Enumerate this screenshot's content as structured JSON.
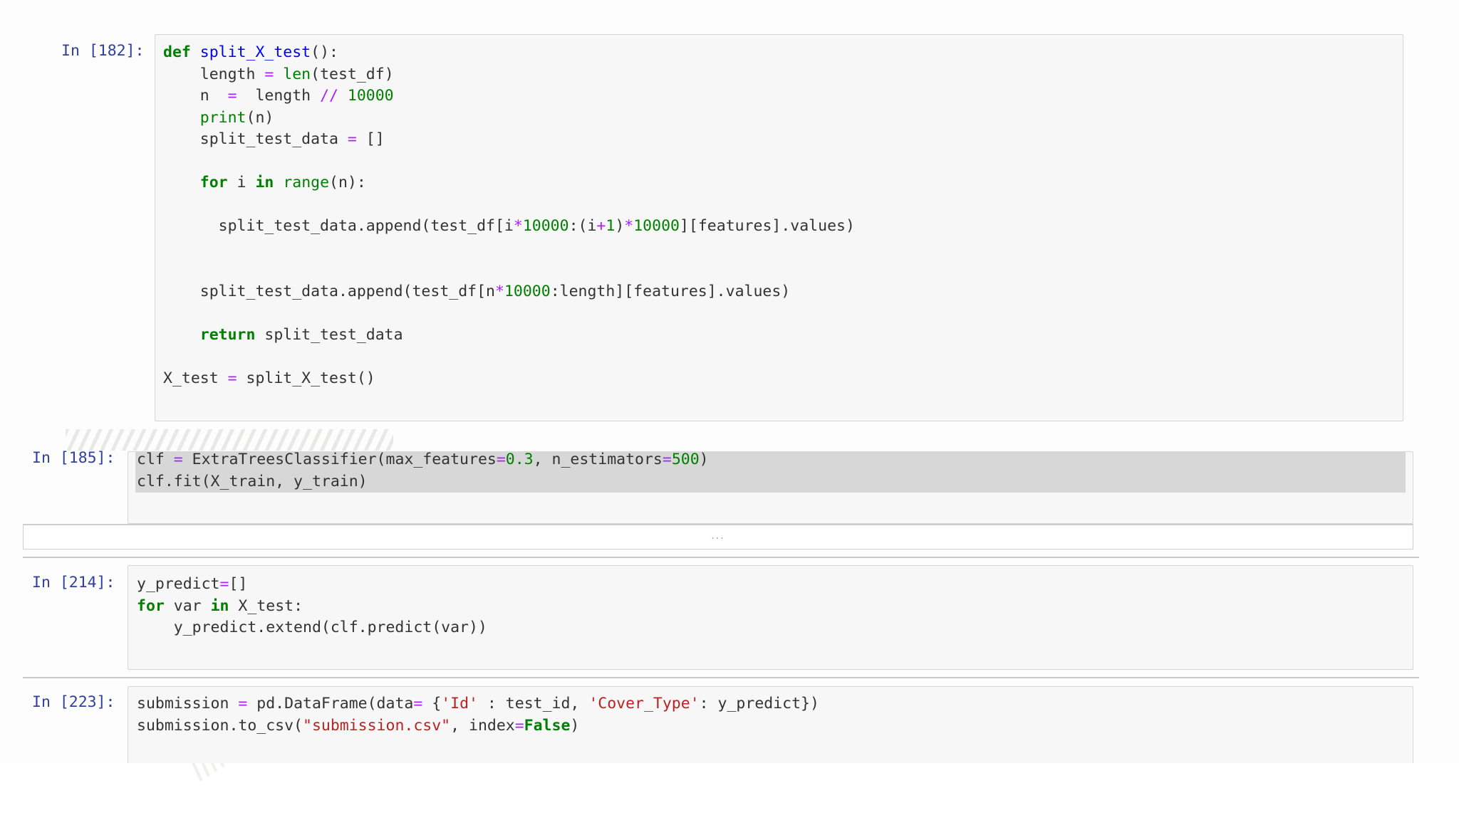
{
  "cells": [
    {
      "prompt": "In [182]:",
      "lines": [
        [
          {
            "t": "def",
            "c": "kw"
          },
          {
            "t": " "
          },
          {
            "t": "split_X_test",
            "c": "fn"
          },
          {
            "t": "():"
          }
        ],
        [
          {
            "t": "    length "
          },
          {
            "t": "=",
            "c": "op"
          },
          {
            "t": " "
          },
          {
            "t": "len",
            "c": "bi"
          },
          {
            "t": "(test_df)"
          }
        ],
        [
          {
            "t": "    n  "
          },
          {
            "t": "=",
            "c": "op"
          },
          {
            "t": "  length "
          },
          {
            "t": "//",
            "c": "op"
          },
          {
            "t": " "
          },
          {
            "t": "10000",
            "c": "num"
          }
        ],
        [
          {
            "t": "    "
          },
          {
            "t": "print",
            "c": "bi"
          },
          {
            "t": "(n)"
          }
        ],
        [
          {
            "t": "    split_test_data "
          },
          {
            "t": "=",
            "c": "op"
          },
          {
            "t": " []"
          }
        ],
        [],
        [
          {
            "t": "    "
          },
          {
            "t": "for",
            "c": "kw"
          },
          {
            "t": " i "
          },
          {
            "t": "in",
            "c": "kw"
          },
          {
            "t": " "
          },
          {
            "t": "range",
            "c": "bi"
          },
          {
            "t": "(n):"
          }
        ],
        [],
        [
          {
            "t": "      split_test_data.append(test_df[i"
          },
          {
            "t": "*",
            "c": "op"
          },
          {
            "t": "10000",
            "c": "num"
          },
          {
            "t": ":(i"
          },
          {
            "t": "+",
            "c": "op"
          },
          {
            "t": "1",
            "c": "num"
          },
          {
            "t": ")"
          },
          {
            "t": "*",
            "c": "op"
          },
          {
            "t": "10000",
            "c": "num"
          },
          {
            "t": "][features].values)"
          }
        ],
        [],
        [],
        [
          {
            "t": "    split_test_data.append(test_df[n"
          },
          {
            "t": "*",
            "c": "op"
          },
          {
            "t": "10000",
            "c": "num"
          },
          {
            "t": ":length][features].values)"
          }
        ],
        [],
        [
          {
            "t": "    "
          },
          {
            "t": "return",
            "c": "kw"
          },
          {
            "t": " split_test_data"
          }
        ],
        [],
        [
          {
            "t": "X_test "
          },
          {
            "t": "=",
            "c": "op"
          },
          {
            "t": " split_X_test()"
          }
        ]
      ]
    },
    {
      "prompt": "In [185]:",
      "lines": [
        [
          {
            "t": "clf "
          },
          {
            "t": "=",
            "c": "op"
          },
          {
            "t": " ExtraTreesClassifier(max_features"
          },
          {
            "t": "=",
            "c": "op"
          },
          {
            "t": "0.3",
            "c": "num"
          },
          {
            "t": ", n_estimators"
          },
          {
            "t": "=",
            "c": "op"
          },
          {
            "t": "500",
            "c": "num"
          },
          {
            "t": ")"
          }
        ],
        [
          {
            "t": "clf.fit(X_train, y_train)"
          }
        ]
      ]
    },
    {
      "prompt": "In [214]:",
      "lines": [
        [
          {
            "t": "y_predict"
          },
          {
            "t": "=",
            "c": "op"
          },
          {
            "t": "[]"
          }
        ],
        [
          {
            "t": "for",
            "c": "kw"
          },
          {
            "t": " var "
          },
          {
            "t": "in",
            "c": "kw"
          },
          {
            "t": " X_test:"
          }
        ],
        [
          {
            "t": "    y_predict.extend(clf.predict(var))"
          }
        ]
      ]
    },
    {
      "prompt": "In [223]:",
      "lines": [
        [
          {
            "t": "submission "
          },
          {
            "t": "=",
            "c": "op"
          },
          {
            "t": " pd.DataFrame(data"
          },
          {
            "t": "=",
            "c": "op"
          },
          {
            "t": " {"
          },
          {
            "t": "'Id'",
            "c": "str"
          },
          {
            "t": " : test_id, "
          },
          {
            "t": "'Cover_Type'",
            "c": "str"
          },
          {
            "t": ": y_predict})"
          }
        ],
        [
          {
            "t": "submission.to_csv("
          },
          {
            "t": "\"submission.csv\"",
            "c": "str"
          },
          {
            "t": ", index"
          },
          {
            "t": "=",
            "c": "op"
          },
          {
            "t": "False",
            "c": "kw"
          },
          {
            "t": ")"
          }
        ]
      ]
    }
  ],
  "collapsed_output": {
    "label": "..."
  }
}
